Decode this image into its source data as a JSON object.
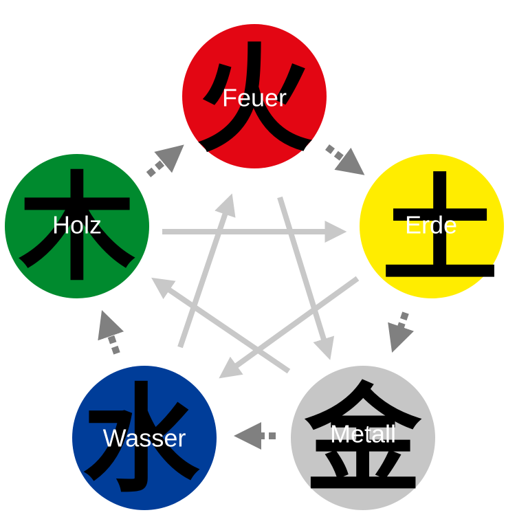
{
  "elements": {
    "fire": {
      "character": "火",
      "label": "Feuer",
      "color": "#e30613"
    },
    "earth": {
      "character": "土",
      "label": "Erde",
      "color": "#ffed00"
    },
    "metal": {
      "character": "金",
      "label": "Metall",
      "color": "#c6c6c6"
    },
    "water": {
      "character": "水",
      "label": "Wasser",
      "color": "#003d99"
    },
    "wood": {
      "character": "木",
      "label": "Holz",
      "color": "#008a2e"
    }
  },
  "arrows": {
    "generating_color": "#808080",
    "controlling_color": "#c8c8c8",
    "generating": [
      {
        "from": "wood",
        "to": "fire"
      },
      {
        "from": "fire",
        "to": "earth"
      },
      {
        "from": "earth",
        "to": "metal"
      },
      {
        "from": "metal",
        "to": "water"
      },
      {
        "from": "water",
        "to": "wood"
      }
    ],
    "controlling": [
      {
        "from": "wood",
        "to": "earth"
      },
      {
        "from": "earth",
        "to": "water"
      },
      {
        "from": "water",
        "to": "fire"
      },
      {
        "from": "fire",
        "to": "metal"
      },
      {
        "from": "metal",
        "to": "wood"
      }
    ]
  }
}
